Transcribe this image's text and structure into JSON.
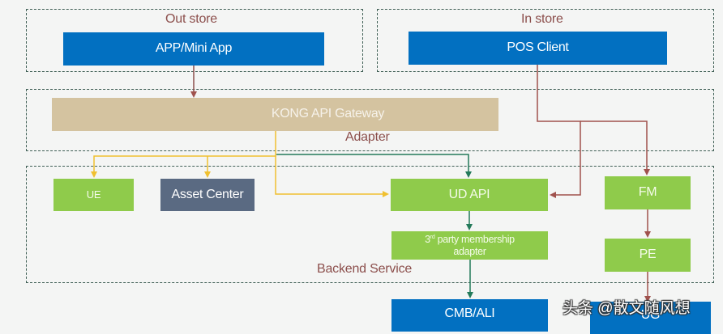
{
  "groups": {
    "out_store": "Out store",
    "in_store": "In store",
    "adapter": "Adapter",
    "backend": "Backend Service"
  },
  "nodes": {
    "app": "APP/Mini App",
    "pos": "POS Client",
    "kong": "KONG API Gateway",
    "ue": "UE",
    "asset_center": "Asset Center",
    "ud_api": "UD API",
    "third_party_prefix": "3",
    "third_party_sup": "rd",
    "third_party_line1_rest": " party membership",
    "third_party_line2": "adapter",
    "fm": "FM",
    "pe": "PE",
    "cmb_ali": "CMB/ALI",
    "ug": "UG"
  },
  "connections": [
    {
      "from": "APP/Mini App",
      "to": "KONG API Gateway",
      "color": "#8c4f4c"
    },
    {
      "from": "KONG API Gateway",
      "to": "UE",
      "color": "#f0c030"
    },
    {
      "from": "KONG API Gateway",
      "to": "Asset Center",
      "color": "#f0c030"
    },
    {
      "from": "KONG API Gateway",
      "to": "UD API",
      "color": "#f0c030"
    },
    {
      "from": "KONG API Gateway",
      "to": "UD API",
      "color": "#237a5a"
    },
    {
      "from": "POS Client",
      "to": "UD API",
      "color": "#a0524d"
    },
    {
      "from": "POS Client",
      "to": "FM",
      "color": "#a0524d"
    },
    {
      "from": "UD API",
      "to": "3rd party membership adapter",
      "color": "#237a5a"
    },
    {
      "from": "3rd party membership adapter",
      "to": "CMB/ALI",
      "color": "#237a5a"
    },
    {
      "from": "FM",
      "to": "PE",
      "color": "#a0524d"
    },
    {
      "from": "PE",
      "to": "UG",
      "color": "#a0524d"
    }
  ],
  "colors": {
    "blue": "#0270c1",
    "tan": "#d4c3a0",
    "green": "#8fcb4b",
    "slate": "#5a6a82",
    "label": "#8c4f4c",
    "yellow_wire": "#f0c030",
    "green_wire": "#237a5a",
    "red_wire": "#a0524d"
  },
  "watermark": "头条 @散文随风想"
}
